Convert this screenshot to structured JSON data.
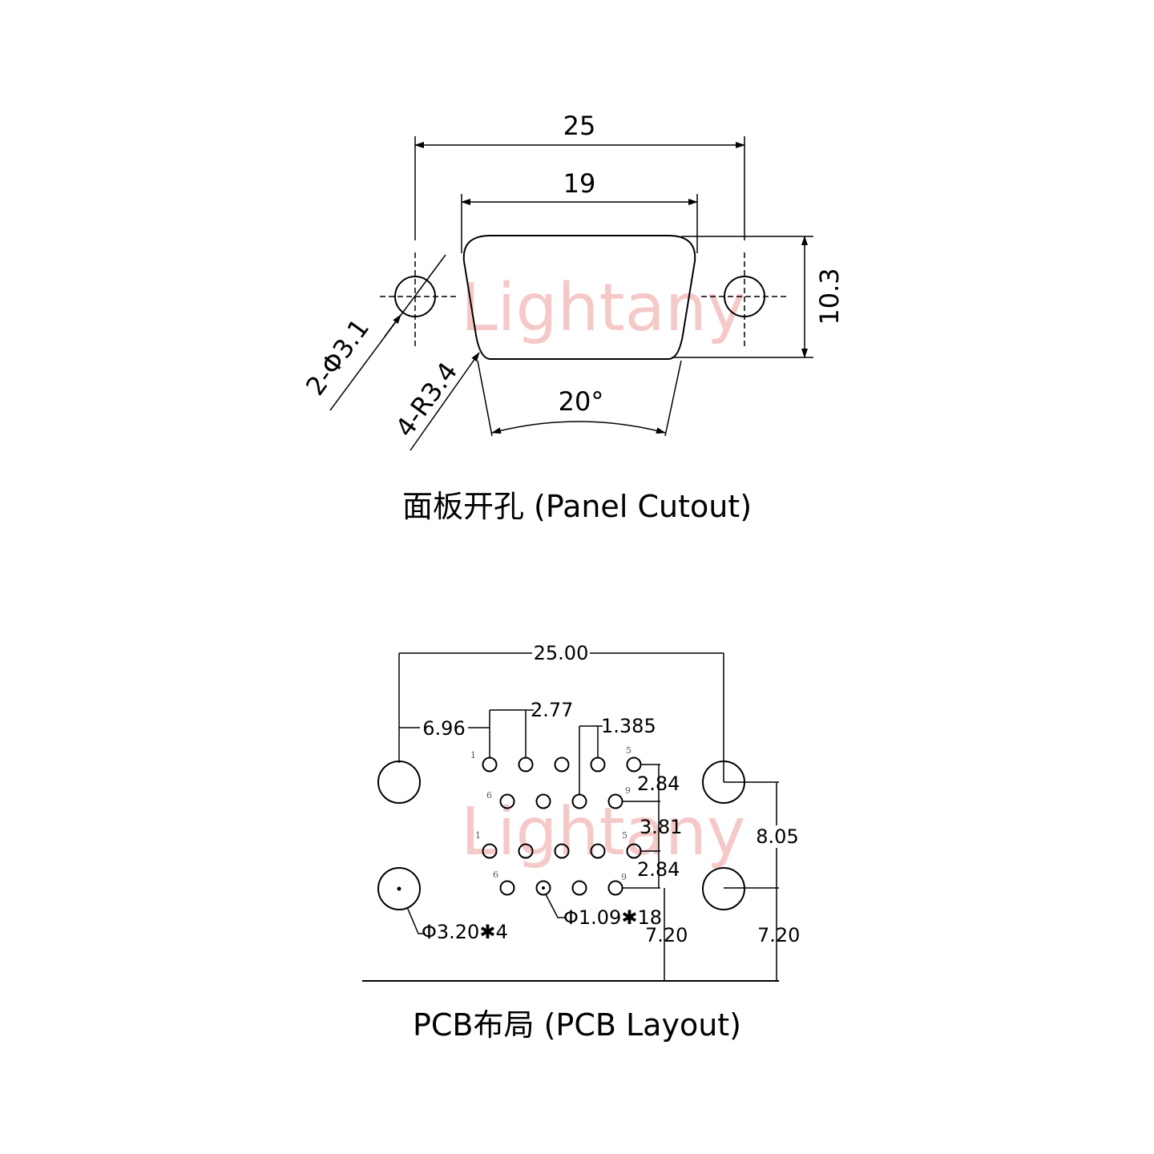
{
  "watermark": "Lightany",
  "panel_cutout": {
    "caption": "面板开孔 (Panel Cutout)",
    "dim_overall_width": "25",
    "dim_shell_width": "19",
    "dim_height": "10.3",
    "dim_angle": "20°",
    "dim_mount_holes": "2-Φ3.1",
    "dim_corner_radius": "4-R3.4"
  },
  "pcb_layout": {
    "caption": "PCB布局 (PCB Layout)",
    "dim_overall_width": "25.00",
    "dim_pin_offset": "6.96",
    "dim_pin_pitch": "2.77",
    "dim_row_offset": "1.385",
    "dim_row_spacing_top": "2.84",
    "dim_port_spacing": "3.81",
    "dim_row_spacing_bottom": "2.84",
    "dim_hole_spacing": "8.05",
    "dim_edge_right": "7.20",
    "dim_edge_left": "7.20",
    "dim_mount_holes": "Φ3.20✱4",
    "dim_pins": "Φ1.09✱18",
    "pin_labels": {
      "upper_row1_first": "1",
      "upper_row1_last": "5",
      "upper_row2_first": "6",
      "upper_row2_last": "9",
      "lower_row1_first": "1",
      "lower_row1_last": "5",
      "lower_row2_first": "6",
      "lower_row2_last": "9"
    }
  }
}
